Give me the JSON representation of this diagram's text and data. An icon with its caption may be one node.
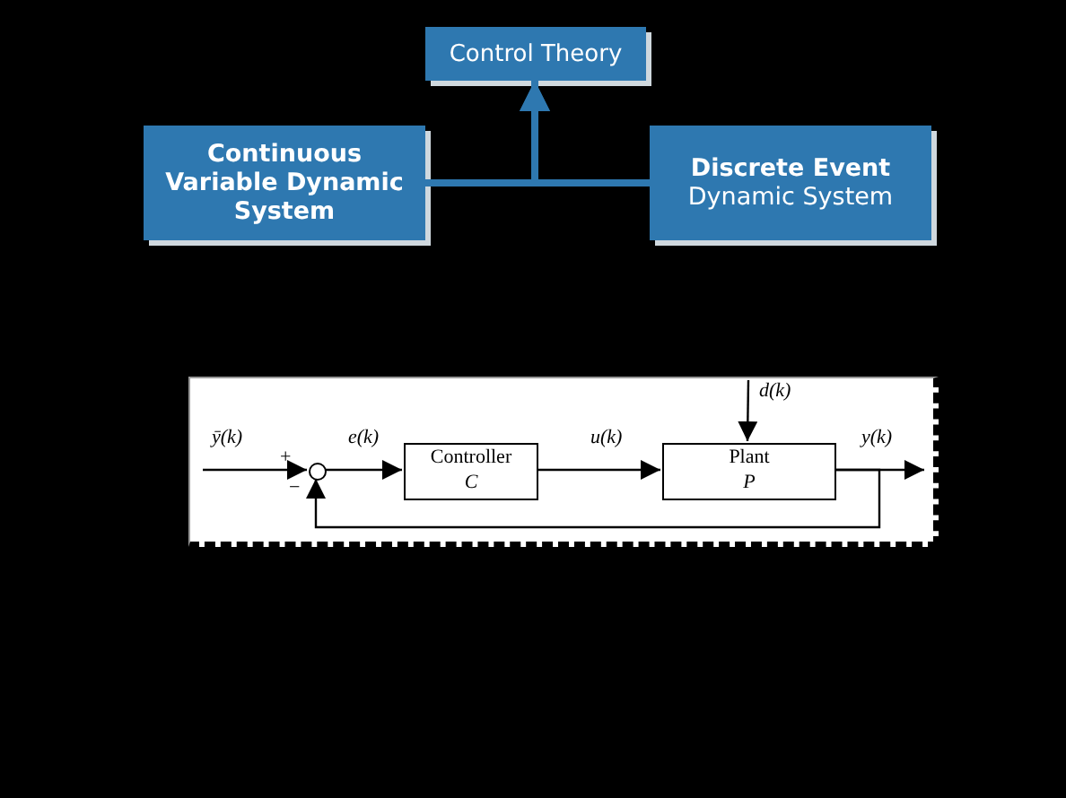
{
  "diagram": {
    "nodes": [
      {
        "text": [
          "Control Theory"
        ]
      },
      {
        "text": [
          "Continuous Variable Dynamic System"
        ]
      },
      {
        "text": [
          "Discrete Event",
          "Dynamic System"
        ]
      },
      {
        "text": [],
        "shape": "box"
      },
      {
        "text": [],
        "shape": "circle",
        "in": 3
      },
      {
        "text": [
          "Controller",
          "C"
        ],
        "in": 3
      },
      {
        "text": [
          "Plant",
          "P"
        ],
        "in": 3
      }
    ],
    "edges": [
      {
        "from": 1,
        "to": 0,
        "arrow": "to",
        "style": "thick",
        "color": "#2e78b0"
      },
      {
        "from": 2,
        "to": 0,
        "arrow": "to",
        "style": "thick",
        "color": "#2e78b0"
      },
      {
        "from": null,
        "to": 4,
        "arrow": "to",
        "label": "ȳ(k)"
      },
      {
        "from": 4,
        "to": 5,
        "arrow": "to",
        "label": "e(k)"
      },
      {
        "from": 5,
        "to": 6,
        "arrow": "to",
        "label": "u(k)"
      },
      {
        "from": null,
        "to": 6,
        "arrow": "to",
        "label": "d(k)"
      },
      {
        "from": 6,
        "to": null,
        "arrow": "to",
        "label": "y(k)"
      },
      {
        "from": 6,
        "to": 4,
        "arrow": "to"
      }
    ],
    "labels": [
      "+",
      "−"
    ]
  }
}
